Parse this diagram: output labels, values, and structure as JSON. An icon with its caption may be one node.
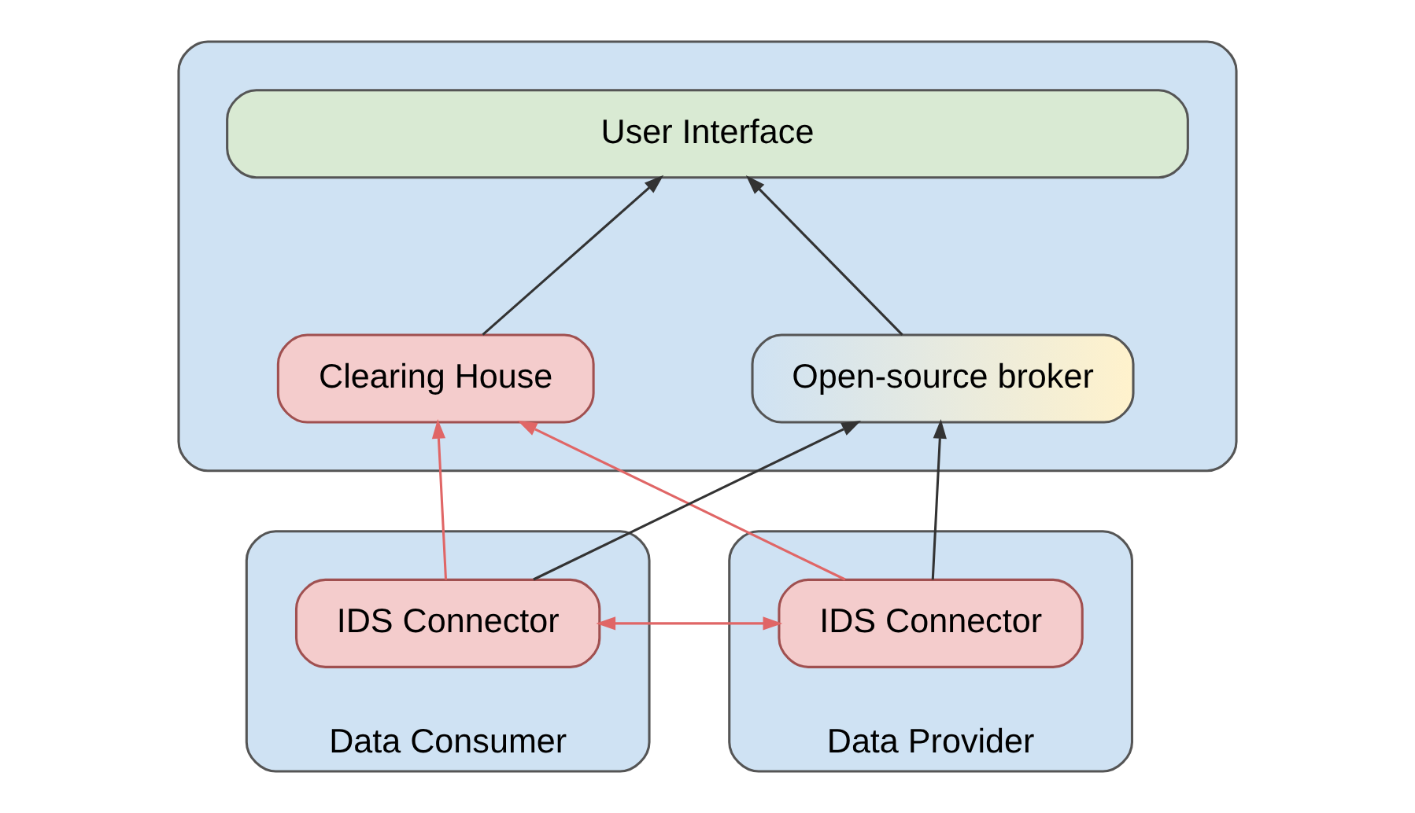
{
  "diagram": {
    "nodes": [
      {
        "text": [],
        "shape": "box"
      },
      {
        "text": [
          "User Interface"
        ],
        "in": 0
      },
      {
        "text": [
          "Clearing House"
        ],
        "in": 0
      },
      {
        "text": [
          "Open-source broker"
        ],
        "in": 0
      },
      {
        "text": [
          "Data Consumer"
        ]
      },
      {
        "text": [
          "IDS Connector"
        ],
        "in": 4
      },
      {
        "text": [
          "Data Provider"
        ]
      },
      {
        "text": [
          "IDS Connector"
        ],
        "in": 6
      }
    ],
    "edges": [
      {
        "from": 2,
        "to": 1,
        "arrow": "to"
      },
      {
        "from": 3,
        "to": 1,
        "arrow": "to"
      },
      {
        "from": 5,
        "to": 2,
        "arrow": "to",
        "color": "#e06666"
      },
      {
        "from": 5,
        "to": 3,
        "arrow": "to"
      },
      {
        "from": 7,
        "to": 2,
        "arrow": "to",
        "color": "#e06666"
      },
      {
        "from": 7,
        "to": 3,
        "arrow": "to"
      },
      {
        "from": 5,
        "to": 7,
        "arrow": "both",
        "color": "#e06666"
      }
    ]
  }
}
